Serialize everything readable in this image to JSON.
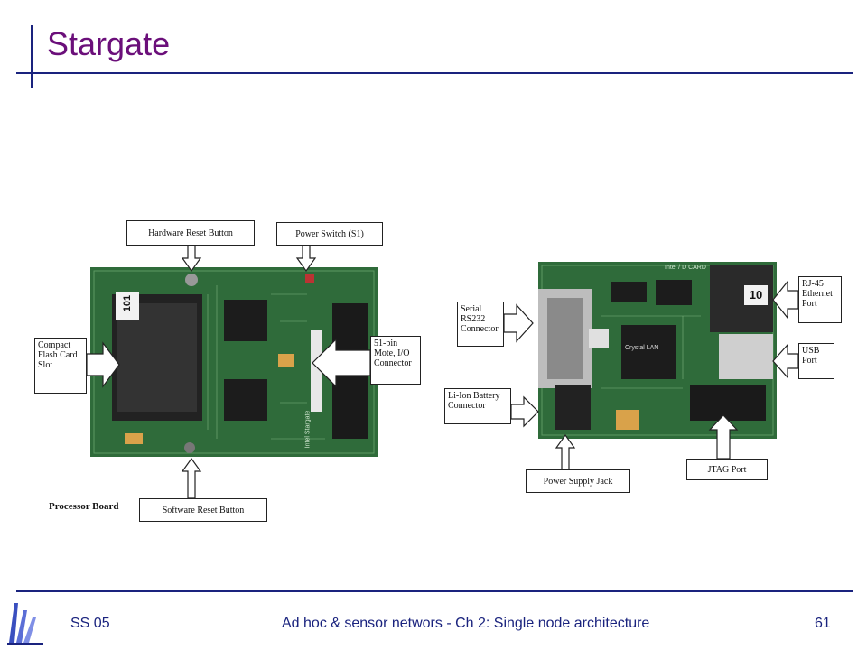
{
  "slide": {
    "title": "Stargate"
  },
  "processor_board": {
    "caption": "Processor Board",
    "callouts": {
      "hardware_reset": "Hardware Reset Button",
      "power_switch": "Power Switch (S1)",
      "compact_flash": "Compact Flash Card Slot",
      "mote_connector": "51-pin Mote, I/O Connector",
      "software_reset": "Software Reset Button"
    },
    "board_sticker": "101",
    "silkscreen": "Intel Stargate"
  },
  "daughter_board": {
    "callouts": {
      "serial": "Serial RS232 Connector",
      "ethernet": "RJ-45 Ethernet Port",
      "usb": "USB Port",
      "battery": "Li-Ion Battery Connector",
      "power_jack": "Power Supply Jack",
      "jtag": "JTAG Port"
    },
    "board_sticker": "10",
    "silkscreen": "Intel / D CARD",
    "chip_label": "Crystal LAN"
  },
  "footer": {
    "left": "SS 05",
    "center": "Ad hoc & sensor networs - Ch 2: Single node architecture",
    "page": "61"
  },
  "colors": {
    "title": "#6b0f7a",
    "rule": "#1a237e",
    "pcb": "#2f6b3a"
  }
}
